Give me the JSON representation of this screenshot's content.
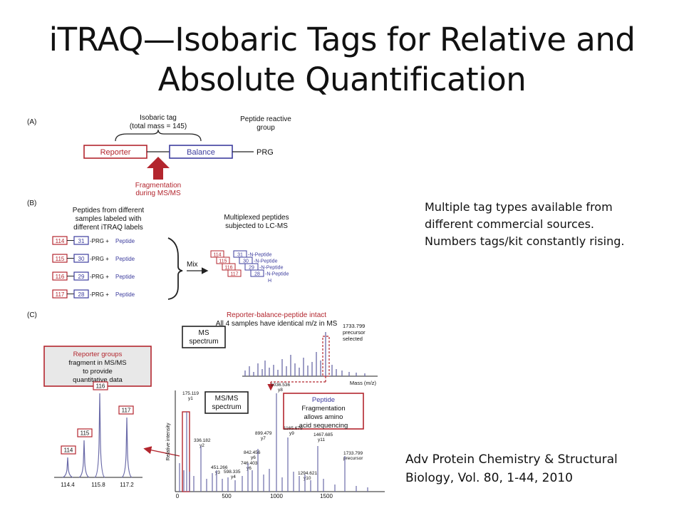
{
  "title_line1": "iTRAQ—Isobaric Tags for Relative and",
  "title_line2": "Absolute Quantification",
  "note_lines": [
    "Multiple tag types available from",
    "different commercial sources.",
    "Numbers tags/kit constantly rising."
  ],
  "citation_lines": [
    "Adv Protein Chemistry & Structural",
    "Biology, Vol. 80, 1-44, 2010"
  ],
  "colors": {
    "red": "#b3262e",
    "blue": "#3d3d9e",
    "text": "#111111",
    "trace": "#6a6aa8"
  },
  "panel_a": {
    "label": "(A)",
    "tag_title_1": "Isobaric tag",
    "tag_title_2": "(total mass = 145)",
    "reactive_1": "Peptide reactive",
    "reactive_2": "group",
    "reporter": "Reporter",
    "balance": "Balance",
    "prg": "PRG",
    "frag_1": "Fragmentation",
    "frag_2": "during MS/MS"
  },
  "panel_b": {
    "label": "(B)",
    "caption_1": "Peptides from different",
    "caption_2": "samples labeled with",
    "caption_3": "different iTRAQ labels",
    "rows": [
      {
        "reporter": "114",
        "balance": "31"
      },
      {
        "reporter": "115",
        "balance": "30"
      },
      {
        "reporter": "116",
        "balance": "29"
      },
      {
        "reporter": "117",
        "balance": "28"
      }
    ],
    "row_suffix": "-PRG +",
    "peptide": "Peptide",
    "mix": "Mix",
    "multiplexed_1": "Multiplexed peptides",
    "multiplexed_2": "subjected to LC-MS",
    "stack_suffix": "-N-Peptide",
    "stack_h": "H"
  },
  "panel_c": {
    "label": "(C)",
    "intact_1": "Reporter-balance-peptide intact",
    "intact_2": "All 4 samples have identical m/z in MS",
    "ms_box_1": "MS",
    "ms_box_2": "spectrum",
    "precursor_mz": "1733.799",
    "precursor_1": "precursor",
    "precursor_2": "selected",
    "mass_axis": "Mass (m/z)",
    "reporter_box_1": "Reporter groups",
    "reporter_box_2": "fragment in MS/MS",
    "reporter_box_3": "to provide",
    "reporter_box_4": "quantitative data",
    "msms_box_1": "MS/MS",
    "msms_box_2": "spectrum",
    "peptide_box_1": "Peptide",
    "peptide_box_2": "Fragmentation",
    "peptide_box_3": "allows amino",
    "peptide_box_4": "acid sequencing",
    "y_axis": "Relative intensity",
    "reporter_peaks": [
      "114",
      "115",
      "116",
      "117"
    ],
    "inset_ticks": [
      "114.4",
      "115.8",
      "117.2"
    ],
    "msms_ticks": [
      "0",
      "500",
      "1000",
      "1500"
    ],
    "peak_labels": [
      {
        "mz": "175.119",
        "ion": "y1"
      },
      {
        "mz": "336.182",
        "ion": "y2"
      },
      {
        "mz": "451.266",
        "ion": "y3"
      },
      {
        "mz": "598.335",
        "ion": "y4"
      },
      {
        "mz": "746.403",
        "ion": "y6"
      },
      {
        "mz": "842.456",
        "ion": "y6"
      },
      {
        "mz": "899.479",
        "ion": "y7"
      },
      {
        "mz": "1036.536",
        "ion": "y8"
      },
      {
        "mz": "1165.679",
        "ion": "y9"
      },
      {
        "mz": "1294.621",
        "ion": "y10"
      },
      {
        "mz": "1467.685",
        "ion": "y11"
      },
      {
        "mz": "1733.799",
        "ion": "precursor"
      }
    ]
  }
}
